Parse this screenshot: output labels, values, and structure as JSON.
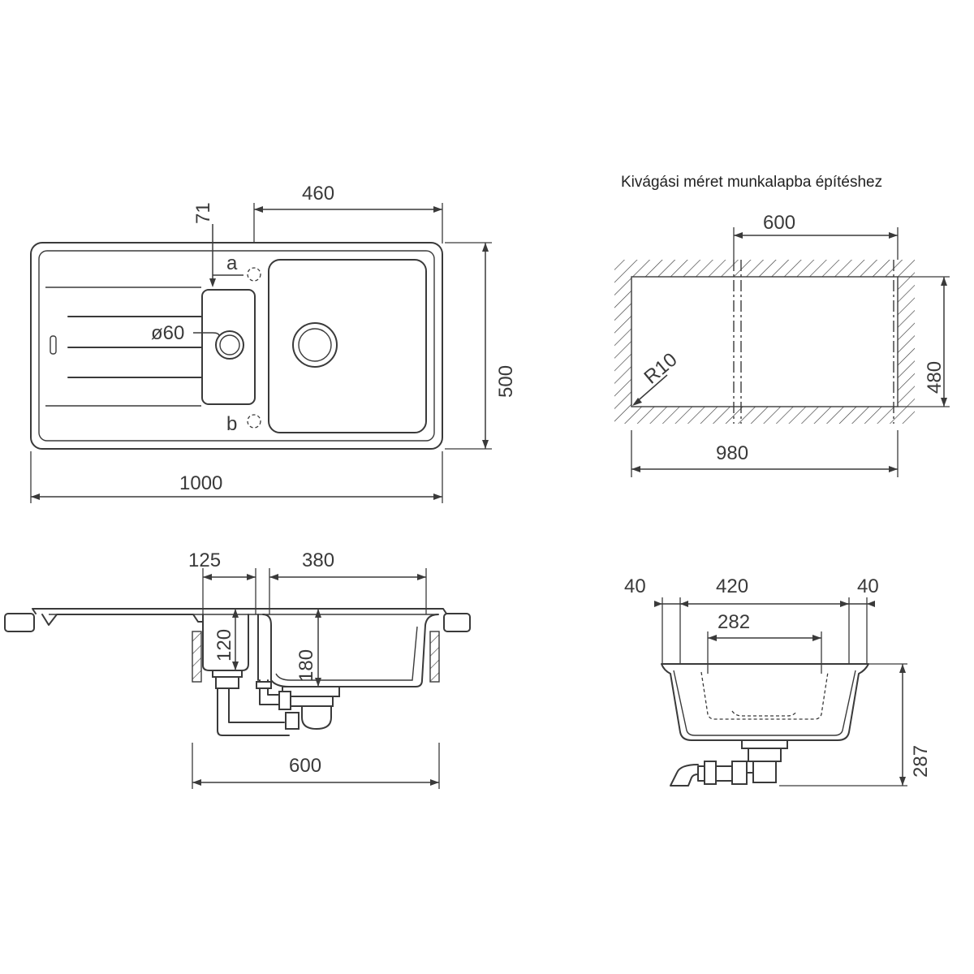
{
  "title": "Kivágási méret munkalapba építéshez",
  "top_view": {
    "dims": {
      "offset": "71",
      "bowl_span": "460",
      "depth": "500",
      "length": "1000",
      "hole_diameter": "ø60"
    },
    "markers": {
      "a": "a",
      "b": "b"
    }
  },
  "cutout": {
    "dims": {
      "width": "600",
      "depth": "480",
      "length": "980",
      "radius": "R10"
    }
  },
  "side_view": {
    "dims": {
      "left": "125",
      "right": "380",
      "h1": "120",
      "h2": "180",
      "base": "600"
    }
  },
  "section": {
    "dims": {
      "edge_left": "40",
      "inner": "420",
      "edge_right": "40",
      "bottom": "282",
      "height": "287"
    }
  }
}
